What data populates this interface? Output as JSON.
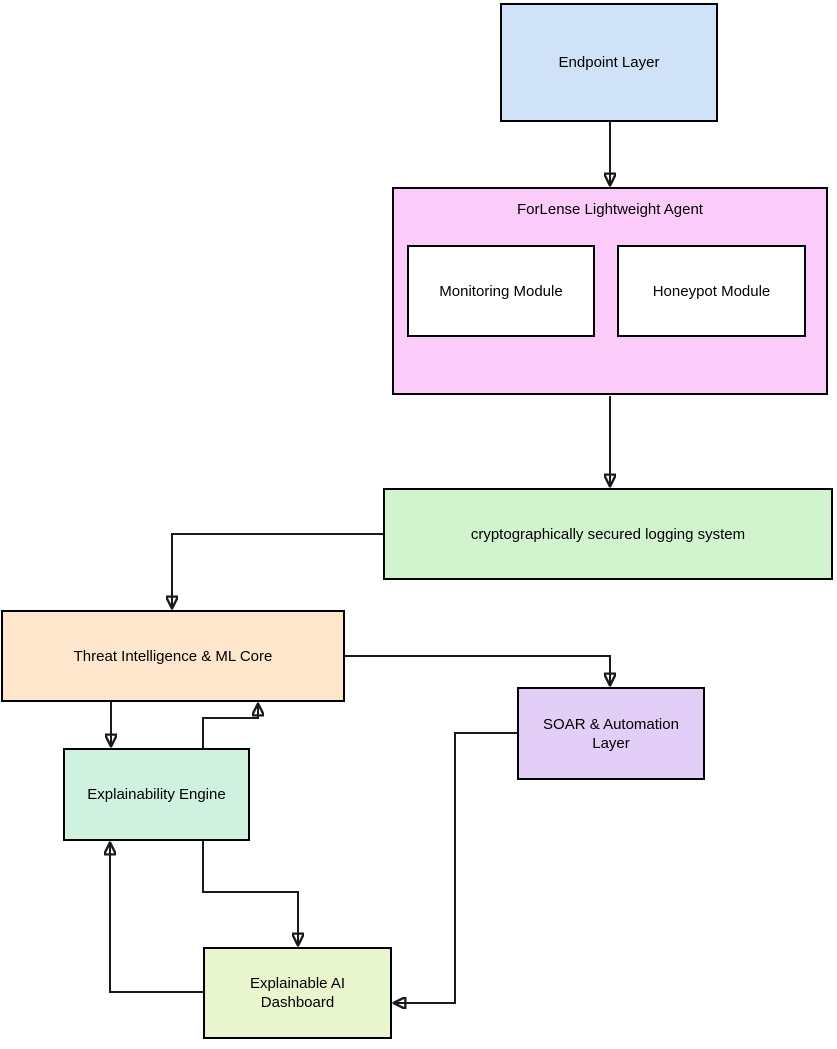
{
  "diagram": {
    "stroke_color": "#1a1a1a",
    "border_color": "#000000",
    "nodes": {
      "endpoint": {
        "label": "Endpoint Layer",
        "fill": "#cfe2f7"
      },
      "agent": {
        "label": "ForLense Lightweight Agent",
        "fill": "#fbccfa"
      },
      "monitoring": {
        "label": "Monitoring Module",
        "fill": "#ffffff"
      },
      "honeypot": {
        "label": "Honeypot Module",
        "fill": "#ffffff"
      },
      "logging": {
        "label": "cryptographically secured logging system",
        "fill": "#d1f3cd"
      },
      "ti_core": {
        "label": "Threat Intelligence & ML Core",
        "fill": "#fde6cb"
      },
      "soar": {
        "label": "SOAR & Automation\nLayer",
        "fill": "#e3cef7"
      },
      "engine": {
        "label": "Explainability Engine",
        "fill": "#cff2e0"
      },
      "dashboard": {
        "label": "Explainable AI\nDashboard",
        "fill": "#e8f5cd"
      }
    },
    "edges": [
      {
        "from": "Endpoint Layer",
        "to": "ForLense Lightweight Agent"
      },
      {
        "from": "ForLense Lightweight Agent",
        "to": "cryptographically secured logging system"
      },
      {
        "from": "cryptographically secured logging system",
        "to": "Threat Intelligence & ML Core"
      },
      {
        "from": "Threat Intelligence & ML Core",
        "to": "SOAR & Automation Layer"
      },
      {
        "from": "Threat Intelligence & ML Core",
        "to": "Explainability Engine"
      },
      {
        "from": "Explainability Engine",
        "to": "Threat Intelligence & ML Core"
      },
      {
        "from": "Explainability Engine",
        "to": "Explainable AI Dashboard"
      },
      {
        "from": "Explainable AI Dashboard",
        "to": "Explainability Engine"
      },
      {
        "from": "SOAR & Automation Layer",
        "to": "Explainable AI Dashboard"
      }
    ]
  }
}
